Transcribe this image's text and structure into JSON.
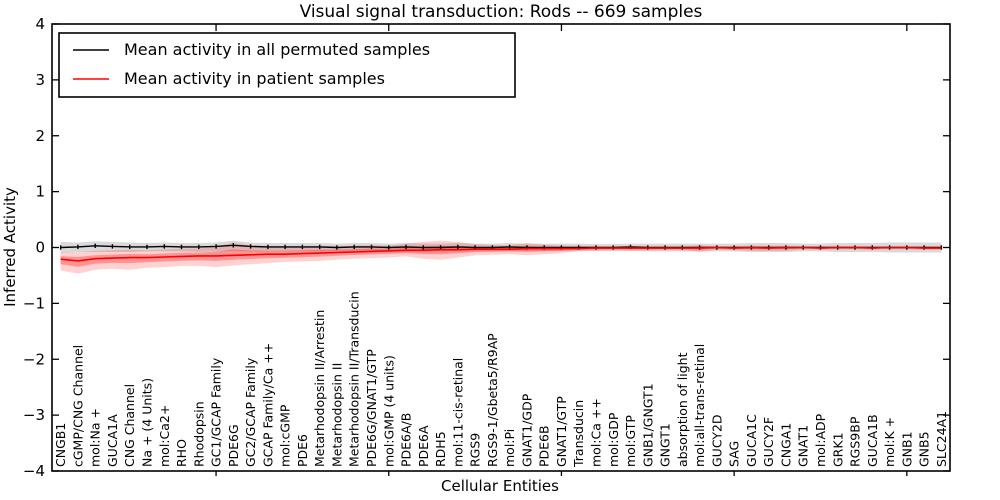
{
  "figure": {
    "title": "Visual signal transduction: Rods -- 669 samples",
    "xlabel": "Cellular Entities",
    "ylabel": "Inferred Activity"
  },
  "legend": {
    "position": "upper left",
    "items": [
      {
        "label": "Mean activity in all permuted samples",
        "color": "#000000"
      },
      {
        "label": "Mean activity in patient samples",
        "color": "#ff0000"
      }
    ]
  },
  "colors": {
    "permuted_line": "#000000",
    "patient_line": "#ff0000",
    "permuted_band": "#000000",
    "patient_band": "#ff0000",
    "frame": "#000000",
    "background": "#ffffff"
  },
  "chart_data": {
    "type": "line",
    "title": "Visual signal transduction: Rods -- 669 samples",
    "xlabel": "Cellular Entities",
    "ylabel": "Inferred Activity",
    "ylim": [
      -4,
      4
    ],
    "yticks": [
      4,
      3,
      2,
      1,
      0,
      -1,
      -2,
      -3,
      -4
    ],
    "x_major_tick_every": 10,
    "grid": false,
    "legend_position": "upper left",
    "categories": [
      "CNGB1",
      "cGMP/CNG Channel",
      "mol:Na +",
      "GUCA1A",
      "CNG Channel",
      "Na + (4 Units)",
      "mol:Ca2+",
      "RHO",
      "Rhodopsin",
      "GC1/GCAP Family",
      "PDE6G",
      "GC2/GCAP Family",
      "GCAP Family/Ca ++",
      "mol:cGMP",
      "PDE6",
      "Metarhodopsin II/Arrestin",
      "Metarhodopsin II",
      "Metarhodopsin II/Transducin",
      "PDE6G/GNAT1/GTP",
      "mol:GMP (4 units)",
      "PDE6A/B",
      "PDE6A",
      "RDH5",
      "mol:11-cis-retinal",
      "RGS9",
      "RGS9-1/Gbeta5/R9AP",
      "mol:Pi",
      "GNAT1/GDP",
      "PDE6B",
      "GNAT1/GTP",
      "Transducin",
      "mol:Ca ++",
      "mol:GDP",
      "mol:GTP",
      "GNB1/GNGT1",
      "GNGT1",
      "absorption of light",
      "mol:all-trans-retinal",
      "GUCY2D",
      "SAG",
      "GUCA1C",
      "GUCY2F",
      "CNGA1",
      "GNAT1",
      "mol:ADP",
      "GRK1",
      "RGS9BP",
      "GUCA1B",
      "mol:K +",
      "GNB1",
      "GNB5",
      "SLC24A1"
    ],
    "series": [
      {
        "name": "Mean activity in all permuted samples",
        "color": "#000000",
        "values": [
          0.0,
          0.01,
          0.03,
          0.02,
          0.01,
          0.01,
          0.02,
          0.01,
          0.01,
          0.02,
          0.04,
          0.02,
          0.01,
          0.01,
          0.01,
          0.01,
          0.0,
          0.01,
          0.01,
          0.0,
          0.01,
          0.0,
          0.0,
          0.01,
          0.0,
          0.0,
          0.01,
          0.0,
          0.0,
          0.0,
          0.0,
          0.0,
          0.0,
          0.01,
          0.0,
          0.0,
          0.0,
          0.0,
          0.0,
          0.0,
          0.0,
          0.0,
          0.0,
          0.0,
          0.0,
          0.0,
          0.0,
          0.0,
          0.0,
          0.0,
          0.0,
          0.0
        ],
        "band_lo": [
          -0.1,
          -0.08,
          -0.08,
          -0.08,
          -0.08,
          -0.07,
          -0.07,
          -0.07,
          -0.08,
          -0.07,
          -0.06,
          -0.07,
          -0.07,
          -0.07,
          -0.07,
          -0.07,
          -0.07,
          -0.07,
          -0.07,
          -0.07,
          -0.07,
          -0.07,
          -0.07,
          -0.07,
          -0.07,
          -0.07,
          -0.06,
          -0.07,
          -0.07,
          -0.07,
          -0.07,
          -0.06,
          -0.06,
          -0.06,
          -0.07,
          -0.07,
          -0.07,
          -0.07,
          -0.07,
          -0.07,
          -0.08,
          -0.08,
          -0.08,
          -0.07,
          -0.07,
          -0.08,
          -0.08,
          -0.08,
          -0.09,
          -0.09,
          -0.09,
          -0.09
        ],
        "band_hi": [
          0.1,
          0.09,
          0.11,
          0.1,
          0.09,
          0.08,
          0.09,
          0.08,
          0.08,
          0.09,
          0.12,
          0.09,
          0.08,
          0.08,
          0.08,
          0.08,
          0.07,
          0.08,
          0.08,
          0.07,
          0.08,
          0.07,
          0.07,
          0.08,
          0.07,
          0.07,
          0.08,
          0.07,
          0.07,
          0.07,
          0.07,
          0.06,
          0.06,
          0.07,
          0.07,
          0.07,
          0.07,
          0.07,
          0.07,
          0.07,
          0.08,
          0.08,
          0.08,
          0.07,
          0.07,
          0.08,
          0.08,
          0.08,
          0.09,
          0.09,
          0.09,
          0.09
        ]
      },
      {
        "name": "Mean activity in patient samples",
        "color": "#ff0000",
        "values": [
          -0.21,
          -0.24,
          -0.2,
          -0.19,
          -0.18,
          -0.18,
          -0.17,
          -0.16,
          -0.15,
          -0.15,
          -0.14,
          -0.13,
          -0.12,
          -0.12,
          -0.11,
          -0.1,
          -0.09,
          -0.08,
          -0.07,
          -0.06,
          -0.05,
          -0.05,
          -0.04,
          -0.04,
          -0.03,
          -0.03,
          -0.03,
          -0.02,
          -0.02,
          -0.02,
          -0.02,
          -0.01,
          -0.01,
          -0.01,
          -0.01,
          -0.01,
          -0.01,
          -0.01,
          0.0,
          -0.01,
          0.0,
          -0.01,
          0.0,
          0.0,
          -0.01,
          0.0,
          0.0,
          -0.01,
          0.0,
          0.0,
          -0.01,
          -0.01
        ],
        "band_lo": [
          -0.41,
          -0.47,
          -0.4,
          -0.38,
          -0.4,
          -0.36,
          -0.35,
          -0.33,
          -0.33,
          -0.35,
          -0.32,
          -0.3,
          -0.28,
          -0.26,
          -0.25,
          -0.24,
          -0.22,
          -0.2,
          -0.19,
          -0.18,
          -0.16,
          -0.2,
          -0.22,
          -0.18,
          -0.14,
          -0.13,
          -0.12,
          -0.14,
          -0.12,
          -0.1,
          -0.06,
          -0.06,
          -0.05,
          -0.06,
          -0.05,
          -0.05,
          -0.05,
          -0.08,
          -0.04,
          -0.05,
          -0.06,
          -0.06,
          -0.06,
          -0.03,
          -0.04,
          -0.03,
          -0.03,
          -0.04,
          -0.03,
          -0.03,
          -0.04,
          -0.04
        ],
        "band_hi": [
          -0.09,
          -0.08,
          -0.06,
          -0.05,
          -0.04,
          -0.05,
          -0.03,
          -0.02,
          -0.02,
          0.02,
          0.09,
          0.04,
          0.02,
          0.02,
          0.02,
          0.03,
          0.02,
          0.03,
          0.04,
          0.03,
          0.07,
          0.1,
          0.12,
          0.1,
          0.06,
          0.04,
          0.04,
          0.08,
          0.05,
          0.03,
          0.03,
          0.02,
          0.02,
          0.02,
          0.02,
          0.02,
          0.02,
          0.04,
          0.02,
          0.02,
          0.03,
          0.03,
          0.03,
          0.02,
          0.02,
          0.02,
          0.02,
          0.02,
          0.02,
          0.02,
          0.02,
          0.02
        ]
      }
    ]
  }
}
